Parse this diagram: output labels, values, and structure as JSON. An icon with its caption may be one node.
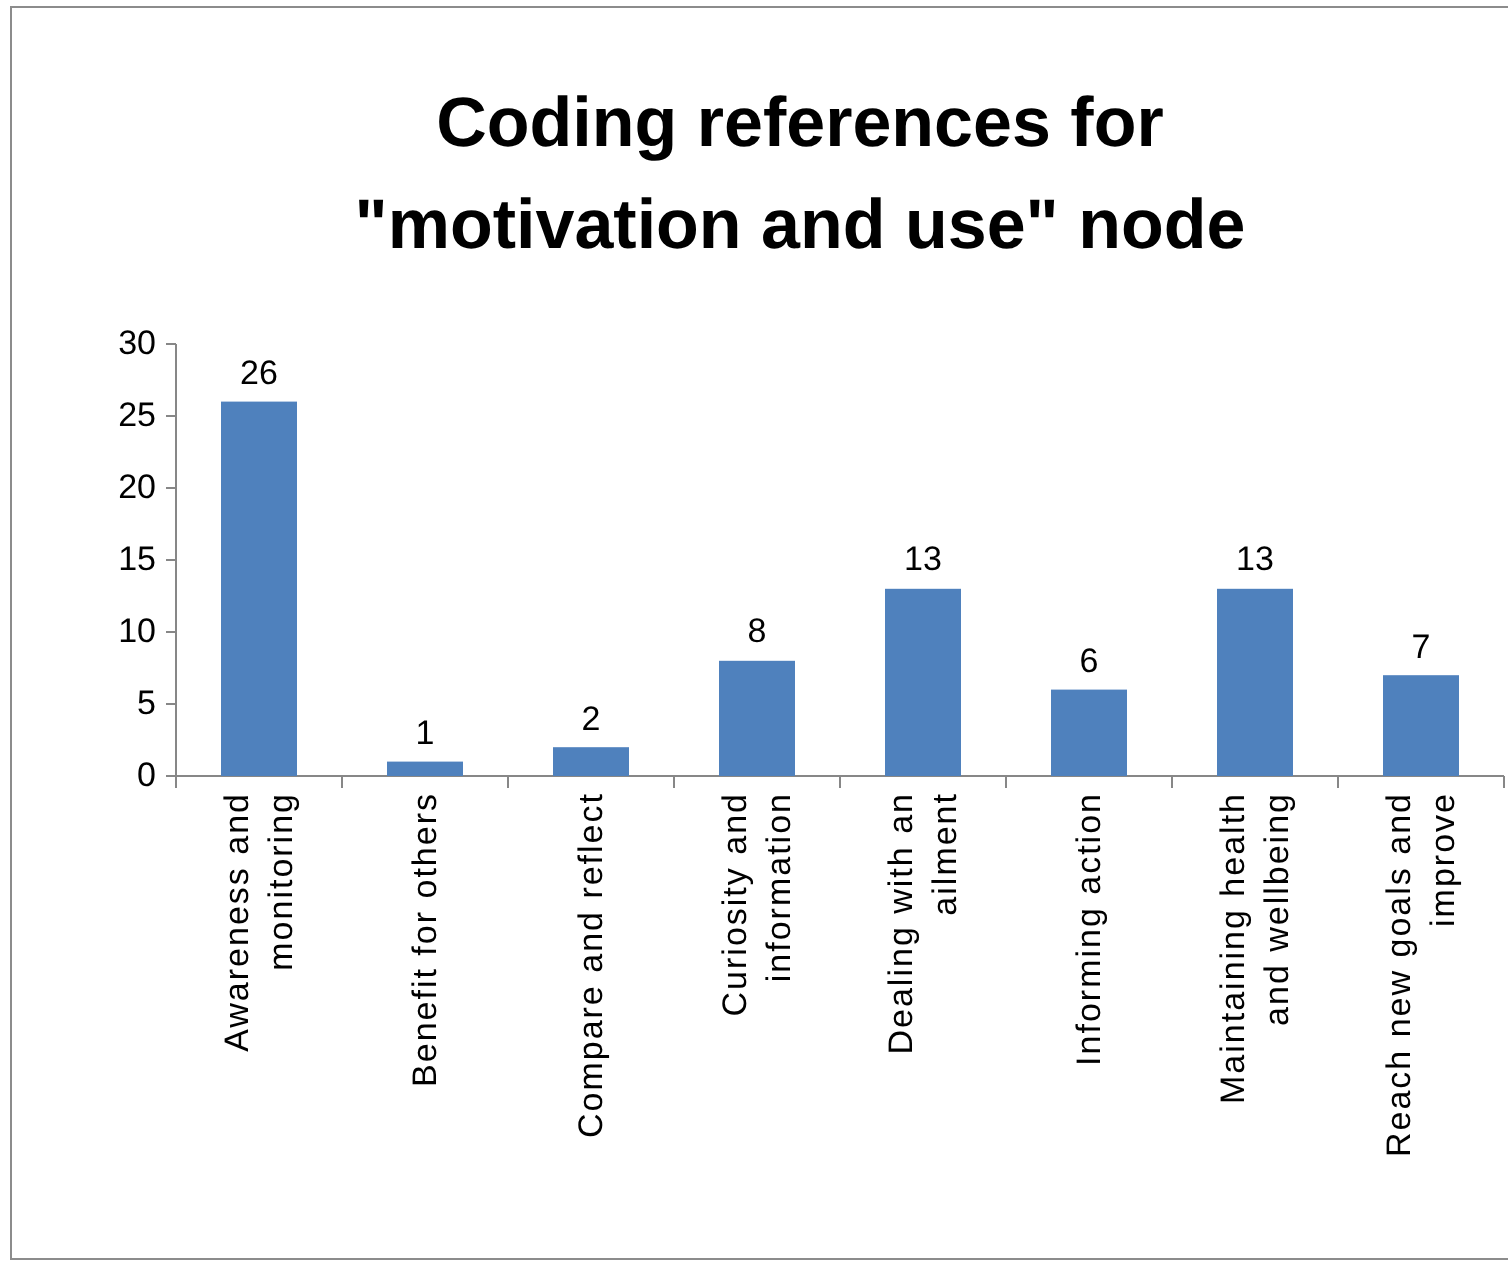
{
  "diagram": {
    "chart_data": {
      "type": "bar",
      "title": "Coding references for \"motivation and use\" node",
      "categories": [
        "Awareness and monitoring",
        "Benefit for others",
        "Compare and reflect",
        "Curiosity and information",
        "Dealing with an ailment",
        "Informing action",
        "Maintaining health and wellbeing",
        "Reach new goals and improve"
      ],
      "series": [
        {
          "color": "#4f81bd",
          "values": [
            26,
            1,
            2,
            8,
            13,
            6,
            13,
            7
          ]
        }
      ],
      "ylim": [
        0,
        30
      ],
      "yticks": [
        0,
        5,
        10,
        15,
        20,
        25,
        30
      ],
      "data_labels": true
    }
  }
}
